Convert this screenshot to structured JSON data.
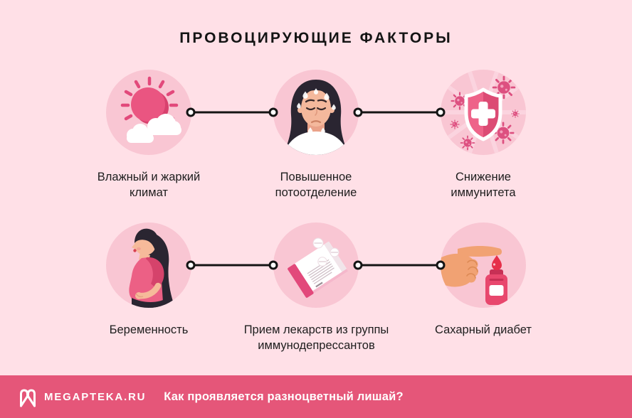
{
  "title": "ПРОВОЦИРУЮЩИЕ ФАКТОРЫ",
  "factors": [
    {
      "label": "Влажный и жаркий климат",
      "icon": "sun-and-clouds"
    },
    {
      "label": "Повышенное потоотделение",
      "icon": "sweating-woman"
    },
    {
      "label": "Снижение иммунитета",
      "icon": "immunity-shield-viruses"
    },
    {
      "label": "Беременность",
      "icon": "pregnant-woman"
    },
    {
      "label": "Прием лекарств из группы иммунодепрессантов",
      "icon": "medicine-box-pills"
    },
    {
      "label": "Сахарный диабет",
      "icon": "finger-blood-glucose-meter"
    }
  ],
  "footer": {
    "brand": "MEGAPTEKA.RU",
    "question": "Как проявляется разноцветный лишай?",
    "logo_icon": "megapteka-m-logo"
  },
  "colors": {
    "background": "#ffe0e7",
    "icon_circle": "#f9c6d3",
    "footer_bar": "#e55679",
    "accent_pink": "#ec6085",
    "dark_pink": "#d8416e",
    "text": "#1d1d1d",
    "connector": "#141414"
  }
}
